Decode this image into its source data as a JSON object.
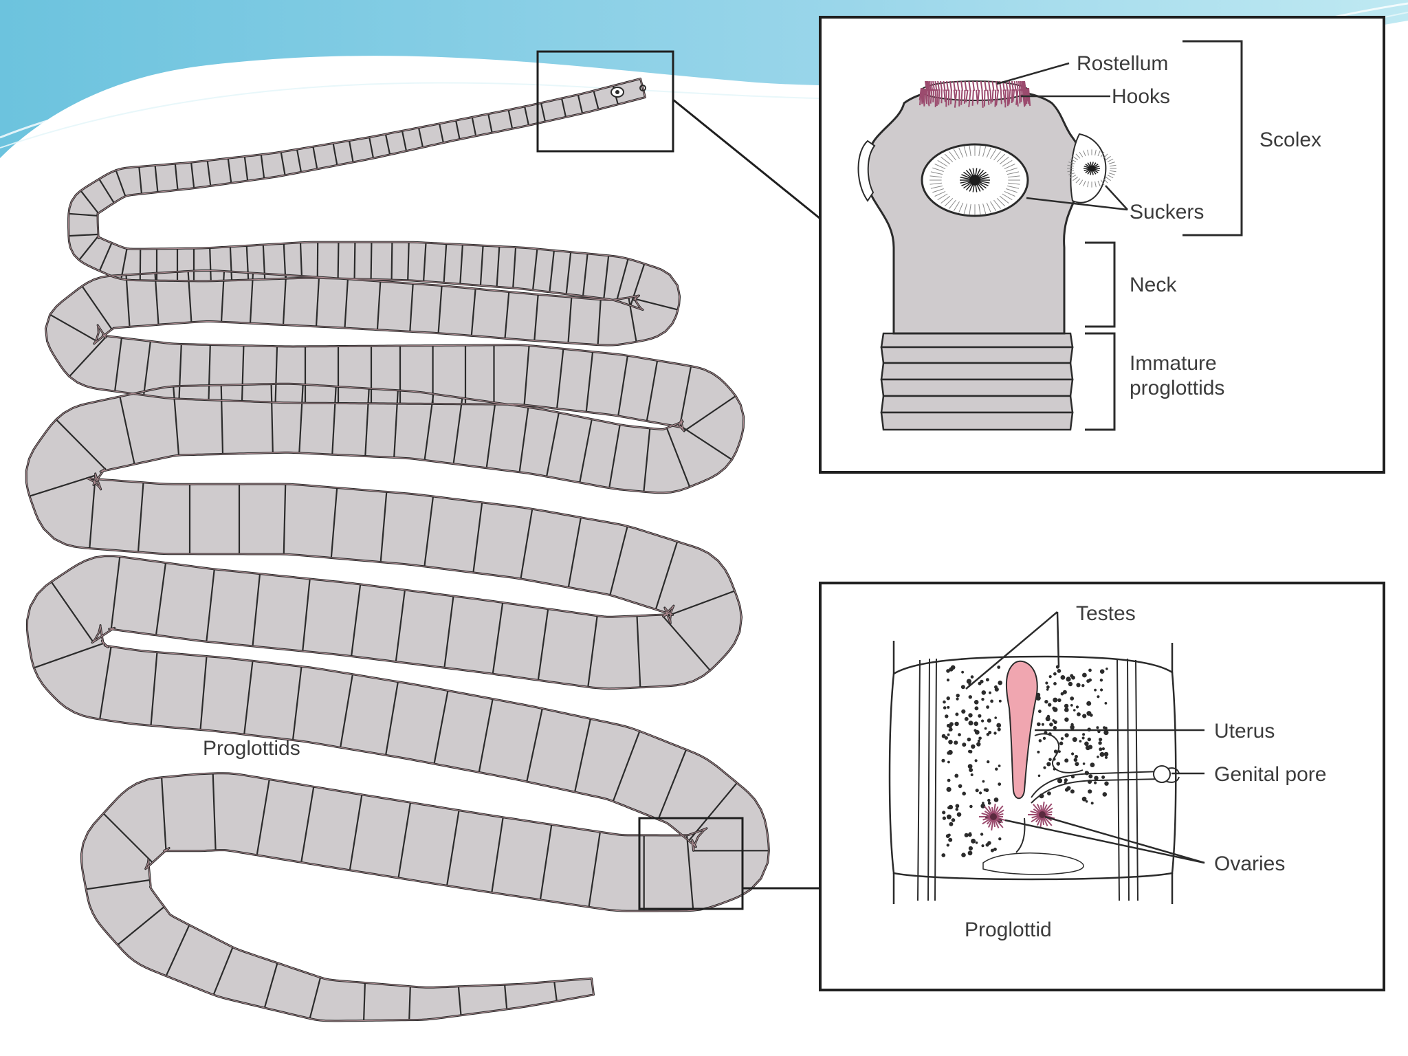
{
  "labels": {
    "rostellum": "Rostellum",
    "hooks": "Hooks",
    "scolex": "Scolex",
    "suckers": "Suckers",
    "neck": "Neck",
    "immature_line1": "Immature",
    "immature_line2": "proglottids",
    "proglottids": "Proglottids",
    "testes": "Testes",
    "uterus": "Uterus",
    "genital_pore": "Genital pore",
    "ovaries": "Ovaries",
    "proglottid": "Proglottid"
  },
  "colors": {
    "body_fill": "#cfcbcd",
    "outline": "#2b2b2b",
    "segment_edge": "#e8b7bf",
    "uterus_fill": "#f0a6b0",
    "hooks_color": "#9b4b6e",
    "banner_top": "#6cc3de",
    "banner_light": "#bfe9f2"
  }
}
